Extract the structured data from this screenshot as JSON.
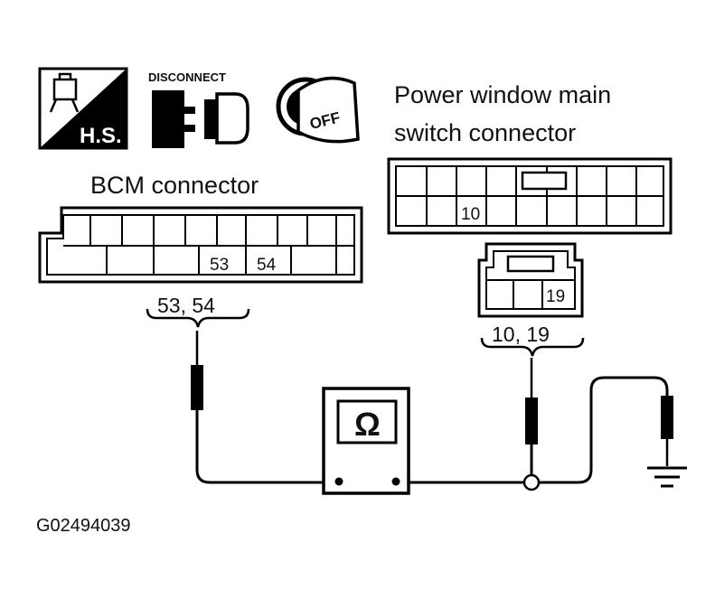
{
  "icons": {
    "harness_label": "H.S.",
    "disconnect_label": "DISCONNECT",
    "off_label": "OFF"
  },
  "bcm": {
    "title": "BCM connector",
    "pin_a": "53",
    "pin_b": "54",
    "probe_label": "53, 54"
  },
  "pw": {
    "title_line1": "Power window main",
    "title_line2": "switch connector",
    "pin_10": "10",
    "pin_19": "19",
    "probe_label": "10, 19"
  },
  "meter": {
    "symbol": "Ω"
  },
  "figure_id": "G02494039"
}
